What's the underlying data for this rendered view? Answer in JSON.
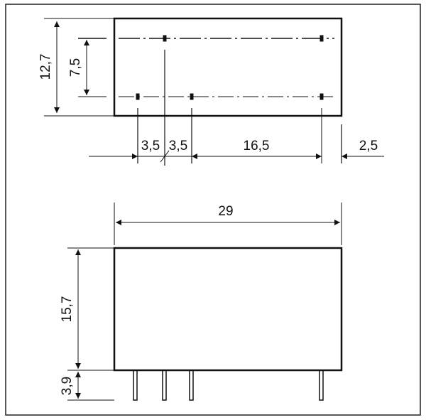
{
  "drawing": {
    "top_view": {
      "dim_height": "12,7",
      "dim_pin_rows": "7,5",
      "dim_pitch_1": "3,5",
      "dim_pitch_2": "3,5",
      "dim_pitch_3": "16,5",
      "dim_offset": "2,5"
    },
    "side_view": {
      "dim_length": "29",
      "dim_body_height": "15,7",
      "dim_pin_length": "3,9"
    }
  }
}
